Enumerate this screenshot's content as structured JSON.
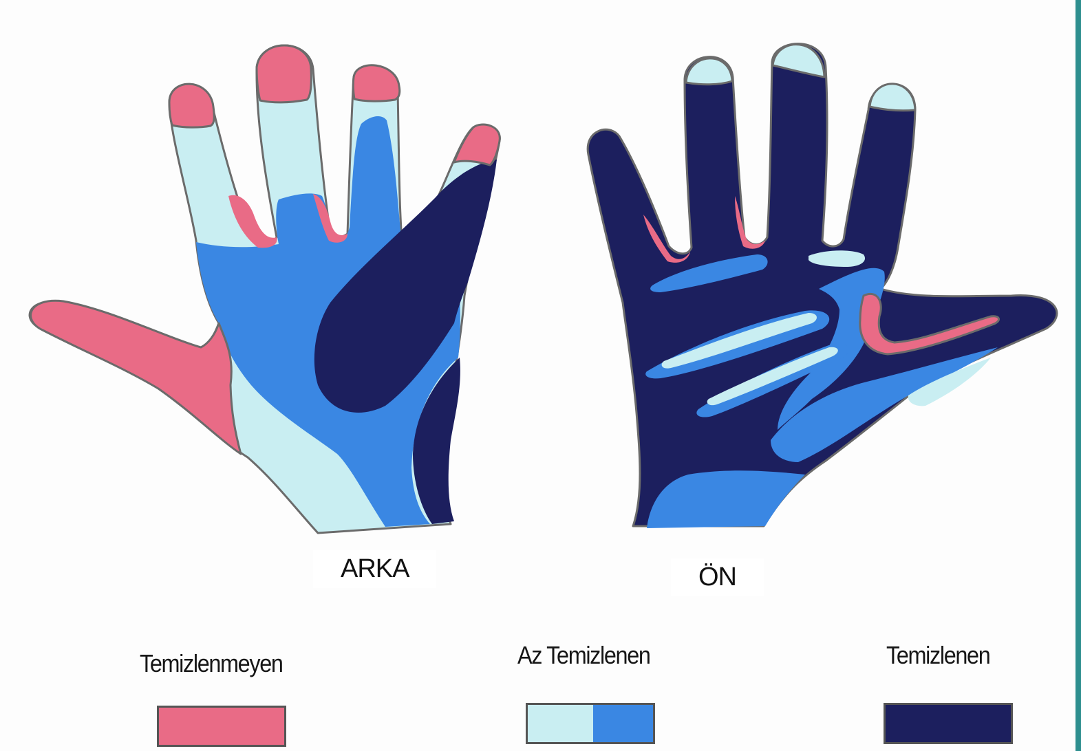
{
  "labels": {
    "back": "ARKA",
    "front": "ÖN"
  },
  "legend": [
    {
      "title": "Temizlenmeyen",
      "colors": [
        "#e96b86"
      ]
    },
    {
      "title": "Az Temizlenen",
      "colors": [
        "#c9eef2",
        "#3a87e3"
      ]
    },
    {
      "title": "Temizlenen",
      "colors": [
        "#1c1f5e"
      ]
    }
  ],
  "colors": {
    "missed": "#e96b86",
    "light": "#c9eef2",
    "medium": "#3a87e3",
    "dark": "#1c1f5e",
    "outline": "#6b6b6b"
  }
}
